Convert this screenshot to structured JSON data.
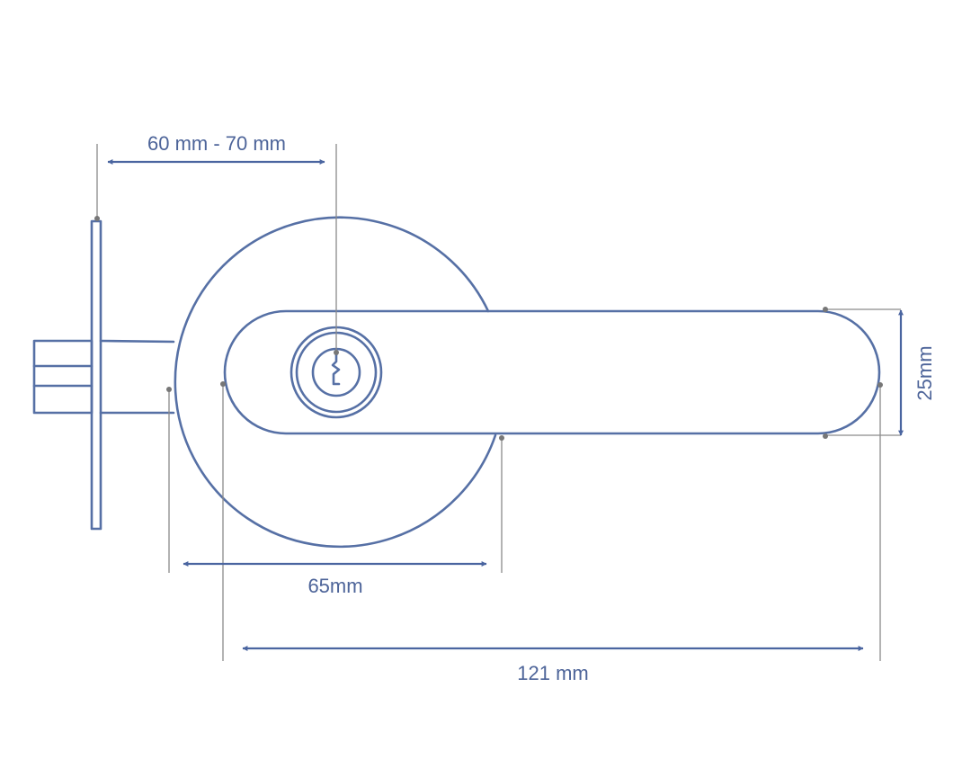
{
  "dimensions": {
    "backset": "60 mm - 70 mm",
    "rose_diameter": "65mm",
    "lever_length": "121 mm",
    "lever_height": "25mm"
  },
  "colors": {
    "outline": "#5670a5",
    "dimension": "#4a65a0",
    "extension": "#8a8a8a",
    "text": "#4d6499"
  }
}
